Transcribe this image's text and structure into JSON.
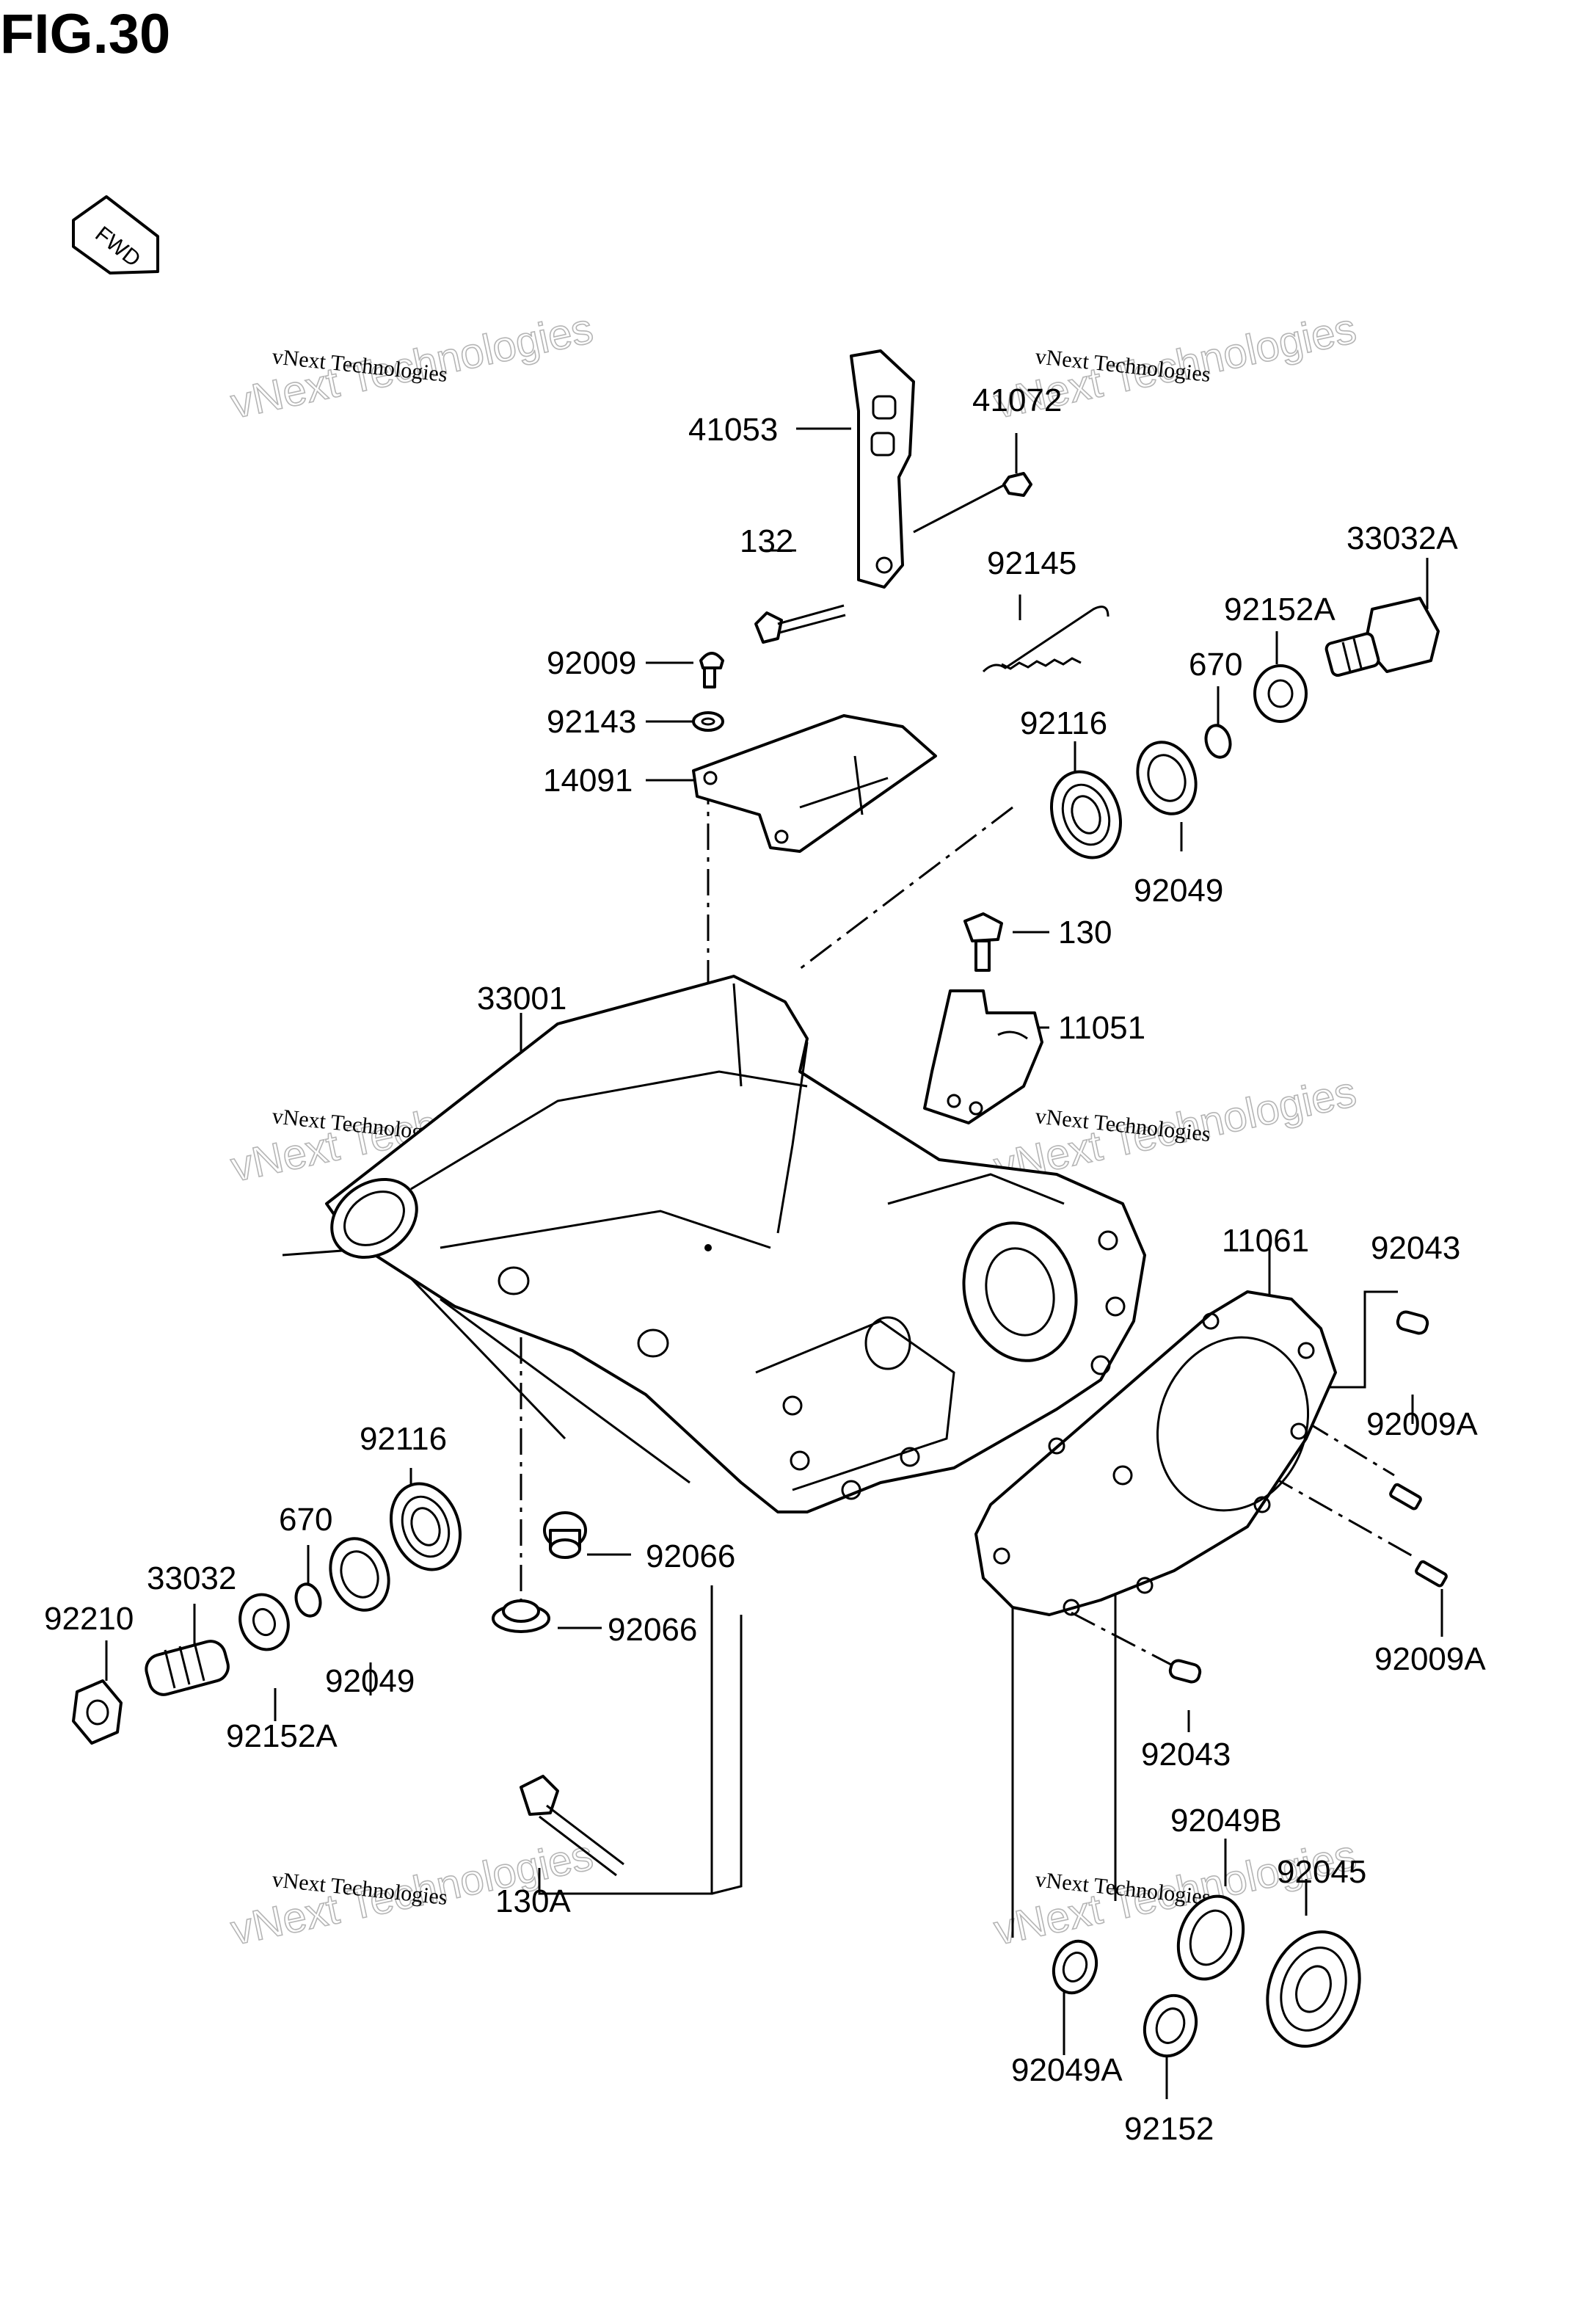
{
  "figure": {
    "title": "FIG.30",
    "direction_badge": "FWD"
  },
  "watermark": {
    "line": "vNext Technologies",
    "big": "vNext Technologies"
  },
  "callouts": {
    "p41053": "41053",
    "p41072": "41072",
    "p132": "132",
    "p92145": "92145",
    "p33032A": "33032A",
    "p92152A_top": "92152A",
    "p670_top": "670",
    "p92009": "92009",
    "p92143": "92143",
    "p14091": "14091",
    "p92116_top": "92116",
    "p92049_top": "92049",
    "p130": "130",
    "p11051": "11051",
    "p33001": "33001",
    "p11061": "11061",
    "p92043_top": "92043",
    "p92009A_1": "92009A",
    "p92009A_2": "92009A",
    "p92116_left": "92116",
    "p670_left": "670",
    "p33032": "33032",
    "p92210": "92210",
    "p92066_1": "92066",
    "p92066_2": "92066",
    "p92049_left": "92049",
    "p92152A_left": "92152A",
    "p92043_bottom": "92043",
    "p130A": "130A",
    "p92049B": "92049B",
    "p92045": "92045",
    "p92049A": "92049A",
    "p92152": "92152"
  }
}
